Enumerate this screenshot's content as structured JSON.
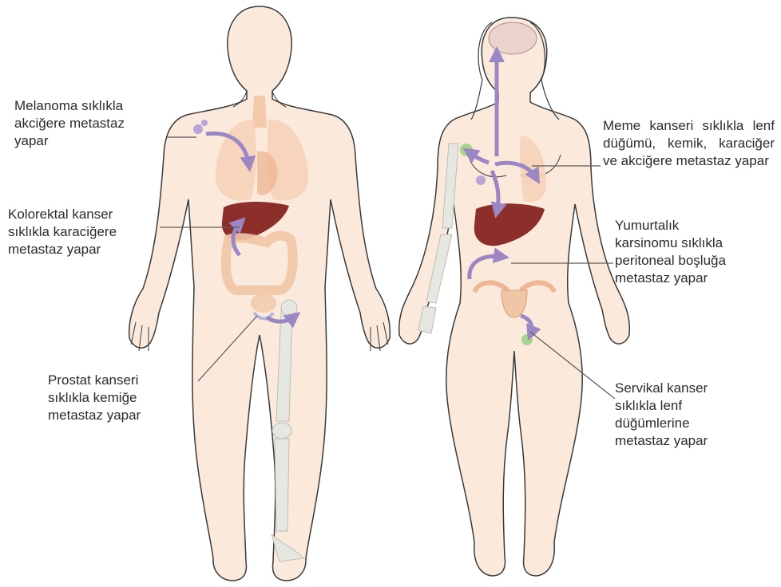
{
  "colors": {
    "skin": "#fbe9dc",
    "outline": "#3a3a3a",
    "lung": "#f6d2b8",
    "liver": "#8c2f2a",
    "intestine": "#efc6a6",
    "bone": "#e7e7e2",
    "arrow": "#9d86c4",
    "lymph": "#a6d68c",
    "leader": "#5a5a5a"
  },
  "labels": {
    "melanoma": "Melanoma sıklıkla\nakciğere metastaz\nyapar",
    "colorectal": "Kolorektal kanser\nsıklıkla karaciğere\nmetastaz yapar",
    "prostate": "Prostat kanseri\nsıklıkla kemiğe\nmetastaz yapar",
    "breast": "Meme kanseri sıklıkla lenf düğümü, kemik, karaciğer ve akciğere metastaz yapar",
    "ovarian": "Yumurtalık\nkarsinomu sıklıkla\nperitoneal boşluğa\nmetastaz yapar",
    "cervical": "Servikal kanser\nsıklıkla lenf\ndüğümlerine\nmetastaz yapar"
  }
}
